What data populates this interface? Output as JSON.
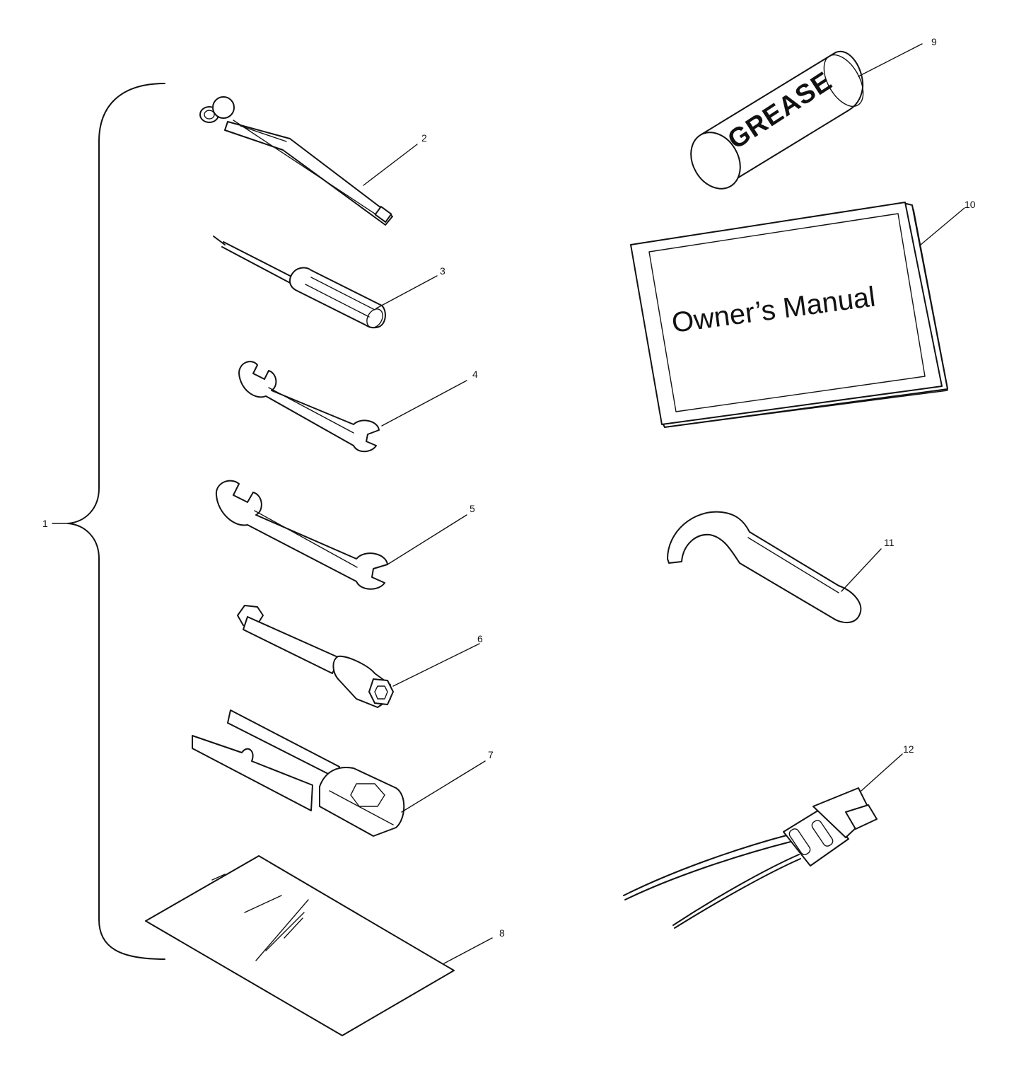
{
  "callouts": {
    "c1": "1",
    "c2": "2",
    "c3": "3",
    "c4": "4",
    "c5": "5",
    "c6": "6",
    "c7": "7",
    "c8": "8",
    "c9": "9",
    "c10": "10",
    "c11": "11",
    "c12": "12"
  },
  "labels": {
    "grease": "GREASE",
    "manual": "Owner’s Manual"
  }
}
